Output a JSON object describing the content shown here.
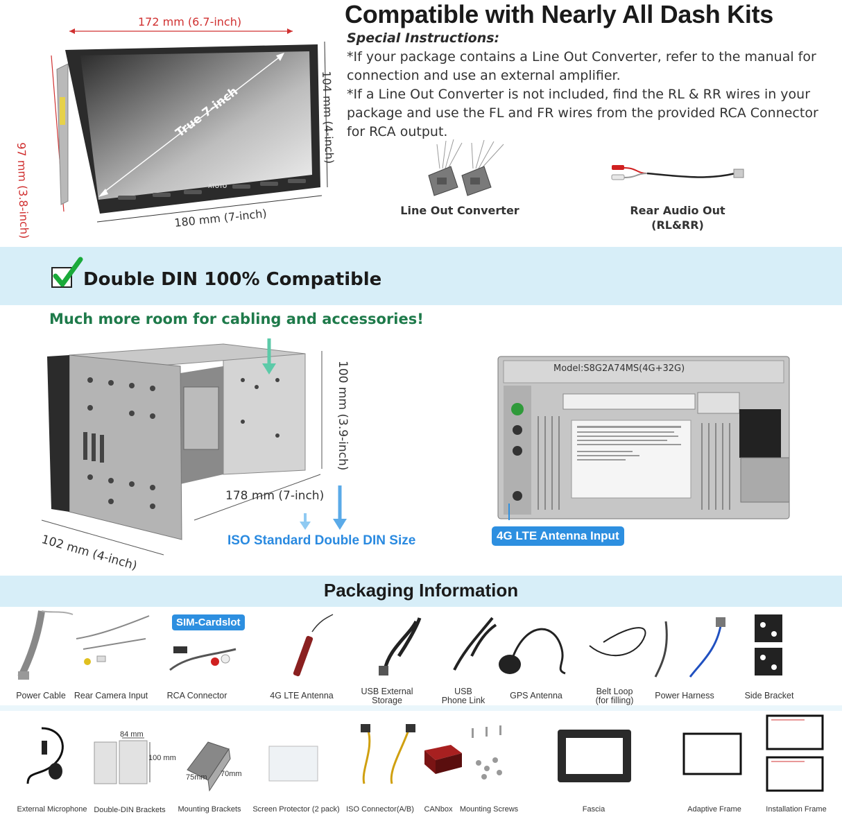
{
  "header": {
    "title": "Compatible with Nearly All Dash Kits",
    "instructions_heading": "Special Instructions:",
    "instruction_1": "*If your package contains a Line Out Converter, refer to the manual for connection and use an external amplifier.",
    "instruction_2": "*If a Line Out Converter is not included, find the RL & RR wires in your package and use the FL and FR wires from the provided RCA Connector for RCA output."
  },
  "screen_unit": {
    "width_top": "172 mm (6.7-inch)",
    "height_left": "97 mm (3.8-inch)",
    "height_right": "104 mm (4-inch)",
    "width_bottom": "180 mm (7-inch)",
    "diagonal": "True 7-inch",
    "brand": "ATOTO"
  },
  "accessories_top": {
    "line_out": "Line Out Converter",
    "rear_audio": "Rear Audio Out",
    "rear_audio_sub": "(RL&RR)"
  },
  "din_section": {
    "title": "Double DIN 100% Compatible",
    "subtitle": "Much more room for cabling and accessories!",
    "height_dim": "100 mm (3.9-inch)",
    "depth_dim": "178 mm (7-inch)",
    "width_dim": "102 mm (4-inch)",
    "iso_label": "ISO Standard Double DIN Size",
    "model": "Model:S8G2A74MS(4G+32G)",
    "lte_label": "4G LTE Antenna Input"
  },
  "packaging": {
    "title": "Packaging Information",
    "sim_cardslot": "SIM-Cardslot",
    "row1": [
      {
        "l1": "Power Cable",
        "l2": ""
      },
      {
        "l1": "Rear Camera Input",
        "l2": ""
      },
      {
        "l1": "RCA Connector",
        "l2": ""
      },
      {
        "l1": "4G LTE Antenna",
        "l2": ""
      },
      {
        "l1": "USB External",
        "l2": "Storage"
      },
      {
        "l1": "USB",
        "l2": "Phone Link"
      },
      {
        "l1": "GPS Antenna",
        "l2": ""
      },
      {
        "l1": "Belt Loop",
        "l2": "(for filling)"
      },
      {
        "l1": "Power Harness",
        "l2": ""
      },
      {
        "l1": "Side Bracket",
        "l2": ""
      }
    ],
    "row2": [
      {
        "l1": "External Microphone"
      },
      {
        "l1": "Double-DIN Brackets"
      },
      {
        "l1": "Mounting Brackets"
      },
      {
        "l1": "Screen Protector (2 pack)"
      },
      {
        "l1": "ISO Connector(A/B)"
      },
      {
        "l1": "CANbox"
      },
      {
        "l1": "Mounting Screws"
      },
      {
        "l1": "Fascia"
      },
      {
        "l1": "Adaptive Frame"
      },
      {
        "l1": "Installation Frame"
      }
    ],
    "bracket_dims": {
      "w": "84 mm",
      "h": "100 mm"
    },
    "mount_dims": {
      "a": "75mm",
      "b": "70mm"
    }
  },
  "colors": {
    "band": "#d7eef8",
    "accent_blue": "#2d8fe0",
    "dim_red": "#d03030",
    "green": "#1e7a4a"
  }
}
